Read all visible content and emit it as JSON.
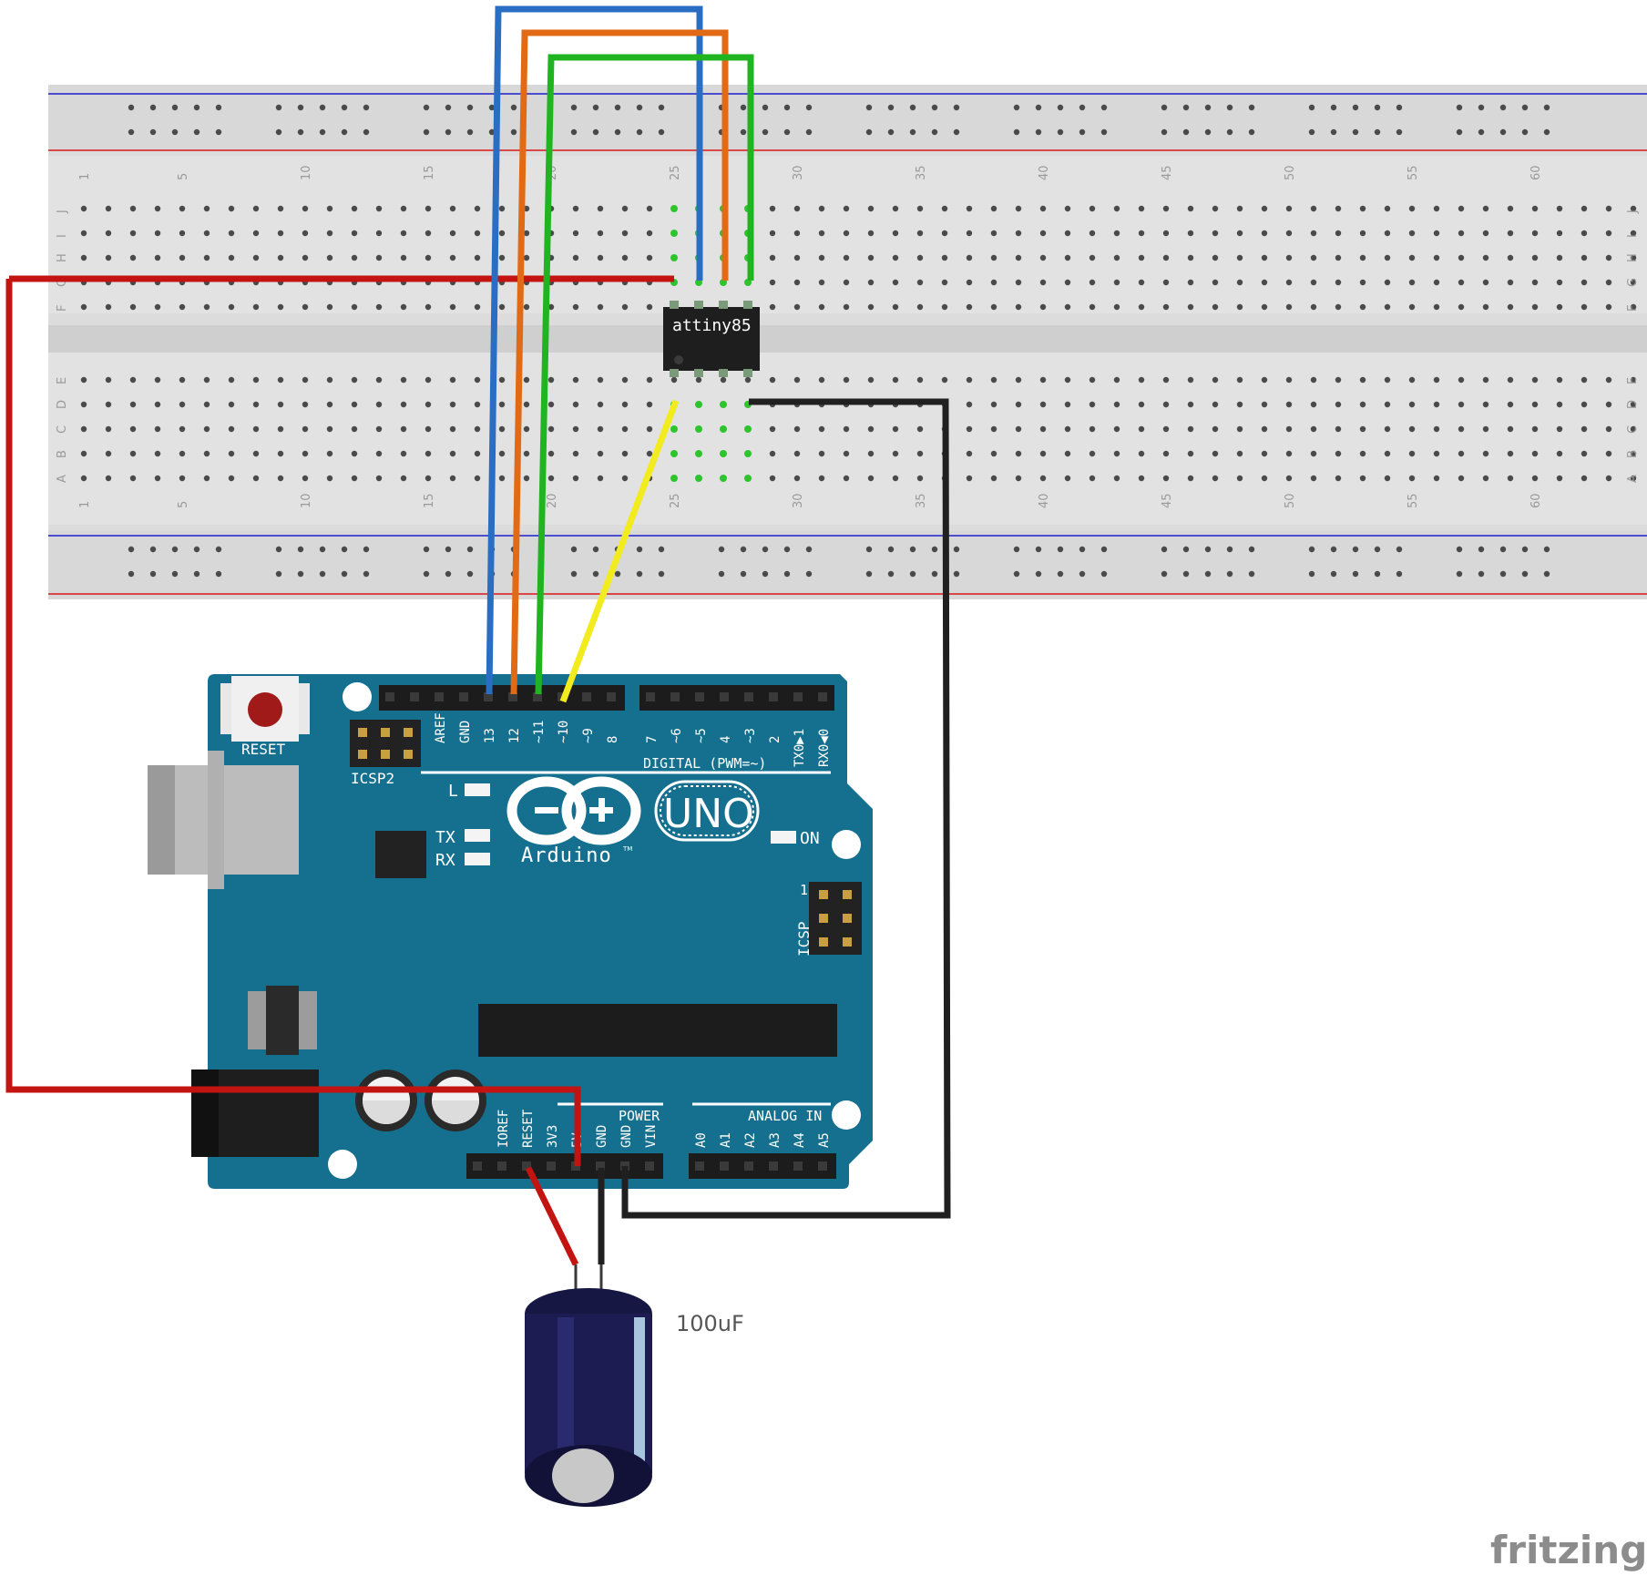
{
  "breadboard": {
    "top_numbers": [
      "1",
      "5",
      "10",
      "15",
      "20",
      "25",
      "30",
      "35",
      "40",
      "45",
      "50",
      "55",
      "60"
    ],
    "row_letters_top": [
      "J",
      "I",
      "H",
      "G",
      "F"
    ],
    "row_letters_bottom": [
      "E",
      "D",
      "C",
      "B",
      "A"
    ]
  },
  "chip": {
    "label": "attiny85"
  },
  "arduino": {
    "reset_label": "RESET",
    "icsp2_label": "ICSP2",
    "icsp_label": "ICSP",
    "icsp_pin1": "1",
    "digital_labels": [
      "AREF",
      "GND",
      "13",
      "12",
      "~11",
      "~10",
      "~9",
      "8",
      "7",
      "~6",
      "~5",
      "4",
      "~3",
      "2",
      "TX0▶1",
      "RX0◀0"
    ],
    "digital_title": "DIGITAL (PWM=~)",
    "led_l": "L",
    "led_tx": "TX",
    "led_rx": "RX",
    "led_on": "ON",
    "logo_uno": "UNO",
    "logo_brand": "Arduino",
    "logo_tm": "TM",
    "power_title": "POWER",
    "analog_title": "ANALOG IN",
    "power_labels": [
      "IOREF",
      "RESET",
      "3V3",
      "5V",
      "GND",
      "GND",
      "VIN"
    ],
    "analog_labels": [
      "A0",
      "A1",
      "A2",
      "A3",
      "A4",
      "A5"
    ]
  },
  "capacitor": {
    "label": "100uF"
  },
  "watermark": "fritzing",
  "wire_colors": {
    "red": "#c41412",
    "blue": "#2a6ec4",
    "orange": "#e26a14",
    "green": "#21b421",
    "yellow": "#f2ec1e",
    "black": "#202020"
  }
}
